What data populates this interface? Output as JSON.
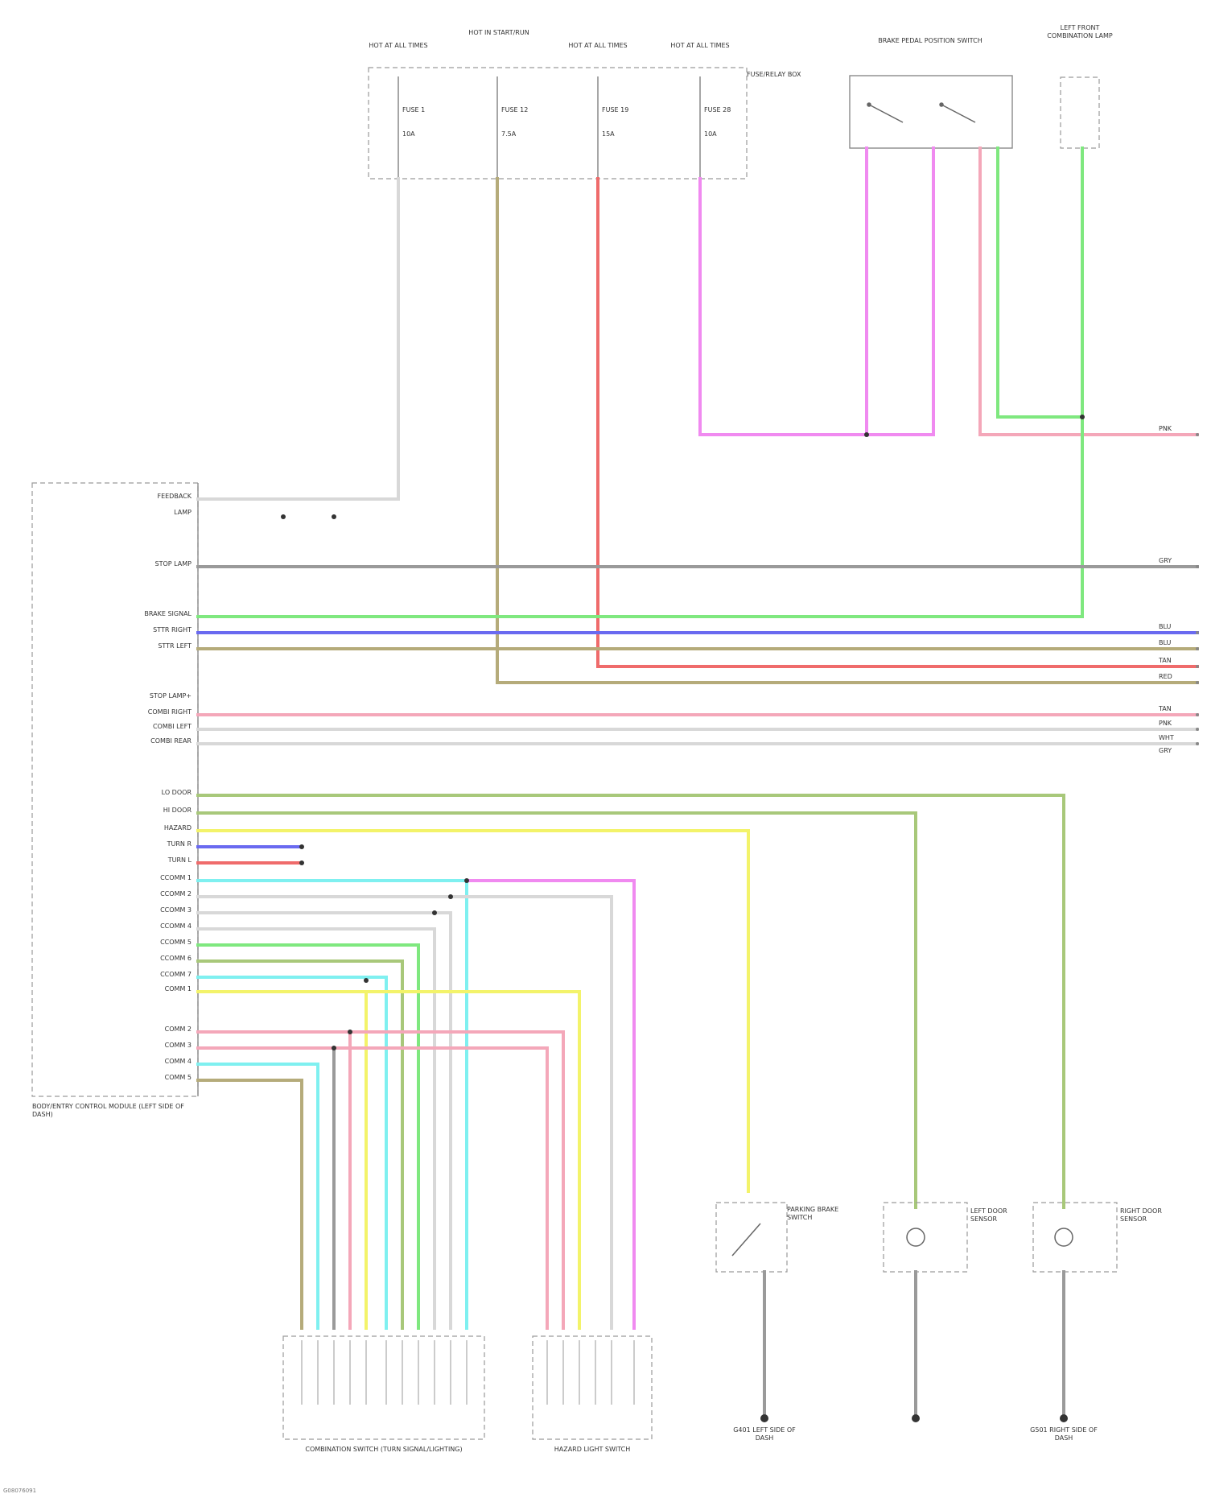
{
  "title": "",
  "colors": {
    "green": "#7fe87f",
    "blue": "#6a6af0",
    "tan": "#b5ab7a",
    "red": "#ef6b6b",
    "pink": "#f4a7b9",
    "white": "#d8d8d8",
    "gray": "#9a9a9a",
    "yellow": "#f3f36a",
    "cyan": "#7ff0f0",
    "magenta": "#f08af0",
    "olive": "#a8c87a"
  },
  "footer": "G08076091",
  "components": {
    "ecu": "BODY/ENTRY CONTROL MODULE (LEFT SIDE OF DASH)",
    "fuse_relay": "FUSE/RELAY BOX",
    "brake_switch": "BRAKE PEDAL POSITION SWITCH",
    "left_front_combination": "LEFT FRONT COMBINATION LAMP",
    "combination_switch": "COMBINATION SWITCH (TURN SIGNAL/LIGHTING)",
    "hazard_switch": "HAZARD LIGHT SWITCH",
    "parking_switch": "PARKING BRAKE SWITCH",
    "left_door_sensor": "LEFT DOOR SENSOR",
    "right_door_sensor": "RIGHT DOOR SENSOR",
    "ground_left": "G401 LEFT SIDE OF DASH",
    "ground_right": "G501 RIGHT SIDE OF DASH"
  },
  "ecu_pins": [
    {
      "label": "FEEDBACK"
    },
    {
      "label": "LAMP"
    },
    {
      "label": "STOP LAMP"
    },
    {
      "label": "BRAKE SIGNAL"
    },
    {
      "label": "STTR RIGHT"
    },
    {
      "label": "STTR LEFT"
    },
    {
      "label": "STOP LAMP+"
    },
    {
      "label": "COMBI RIGHT"
    },
    {
      "label": "COMBI LEFT"
    },
    {
      "label": "COMBI REAR"
    },
    {
      "label": "LO DOOR"
    },
    {
      "label": "HI DOOR"
    },
    {
      "label": "HAZARD"
    },
    {
      "label": "TURN R"
    },
    {
      "label": "TURN L"
    },
    {
      "label": "CCOMM 1"
    },
    {
      "label": "CCOMM 2"
    },
    {
      "label": "CCOMM 3"
    },
    {
      "label": "CCOMM 4"
    },
    {
      "label": "CCOMM 5"
    },
    {
      "label": "CCOMM 6"
    },
    {
      "label": "CCOMM 7"
    },
    {
      "label": "COMM 1"
    },
    {
      "label": "COMM 2"
    },
    {
      "label": "COMM 3"
    },
    {
      "label": "COMM 4"
    },
    {
      "label": "COMM 5"
    }
  ],
  "right_edge_labels": [
    "PNK",
    "GRY",
    "BLU",
    "BLU",
    "TAN",
    "RED",
    "TAN",
    "PNK",
    "WHT",
    "GRY"
  ],
  "fuses": [
    {
      "header": "HOT AT ALL TIMES",
      "name": "FUSE 1",
      "amps": "10A"
    },
    {
      "header": "HOT IN START/RUN",
      "name": "FUSE 12",
      "amps": "7.5A"
    },
    {
      "header": "HOT AT ALL TIMES",
      "name": "FUSE 19",
      "amps": "15A"
    },
    {
      "header": "HOT AT ALL TIMES",
      "name": "FUSE 28",
      "amps": "10A"
    }
  ]
}
